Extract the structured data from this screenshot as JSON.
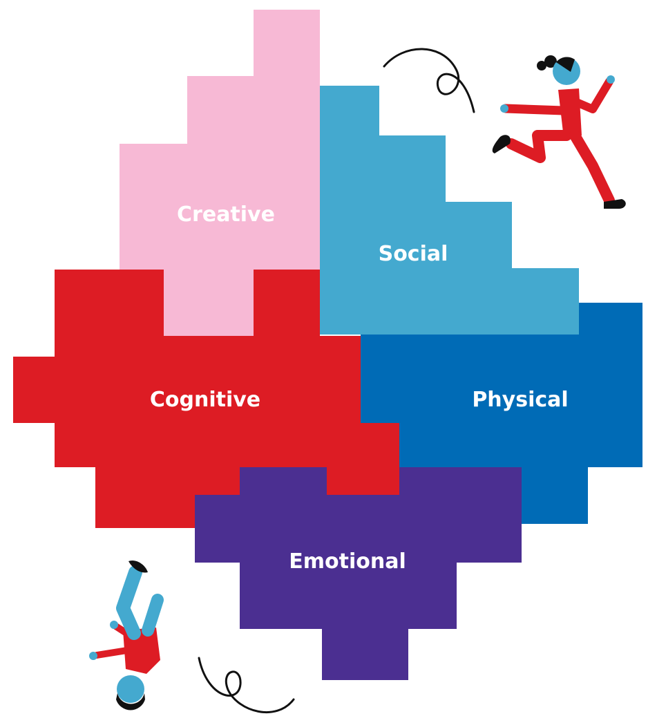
{
  "diagram": {
    "areas": {
      "creative": {
        "label": "Creative",
        "color": "#f7b9d5"
      },
      "social": {
        "label": "Social",
        "color": "#44a9cf"
      },
      "cognitive": {
        "label": "Cognitive",
        "color": "#dd1c24"
      },
      "physical": {
        "label": "Physical",
        "color": "#006bb6"
      },
      "emotional": {
        "label": "Emotional",
        "color": "#4b2f91"
      }
    },
    "figures": {
      "runner": {
        "icon": "running-person-icon",
        "body_color": "#dd1c24",
        "head_color": "#44a9cf",
        "hair_color": "#111111"
      },
      "tumbler": {
        "icon": "upside-down-person-icon",
        "body_color": "#dd1c24",
        "legs_color": "#44a9cf",
        "hair_color": "#111111"
      },
      "squiggles": {
        "icon": "squiggle-line-icon",
        "color": "#111111"
      }
    }
  }
}
